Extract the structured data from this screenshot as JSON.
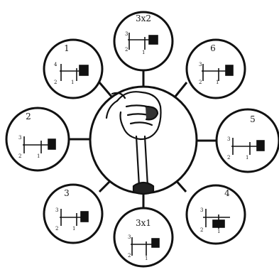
{
  "diagram": {
    "center_image": "hand-gripping-gear-lever",
    "positions": [
      {
        "id": "p3x2",
        "label": "3x2",
        "side_top": "3",
        "side_bottom": "2",
        "side_right": "1"
      },
      {
        "id": "p1",
        "label": "1",
        "side_top": "4",
        "side_bottom": "2",
        "side_right": "1"
      },
      {
        "id": "p6",
        "label": "6",
        "side_top": "3",
        "side_bottom": "2",
        "side_right": "1"
      },
      {
        "id": "p2",
        "label": "2",
        "side_top": "3",
        "side_bottom": "2",
        "side_right": "1"
      },
      {
        "id": "p5",
        "label": "5",
        "side_top": "3",
        "side_bottom": "2",
        "side_right": "1"
      },
      {
        "id": "p3",
        "label": "3",
        "side_top": "3",
        "side_bottom": "2",
        "side_right": "1"
      },
      {
        "id": "p4",
        "label": "4",
        "side_top": "3",
        "side_bottom": "2",
        "side_right": "1"
      },
      {
        "id": "p3x1",
        "label": "3x1",
        "side_top": "3",
        "side_bottom": "2",
        "side_right": "1"
      }
    ]
  }
}
